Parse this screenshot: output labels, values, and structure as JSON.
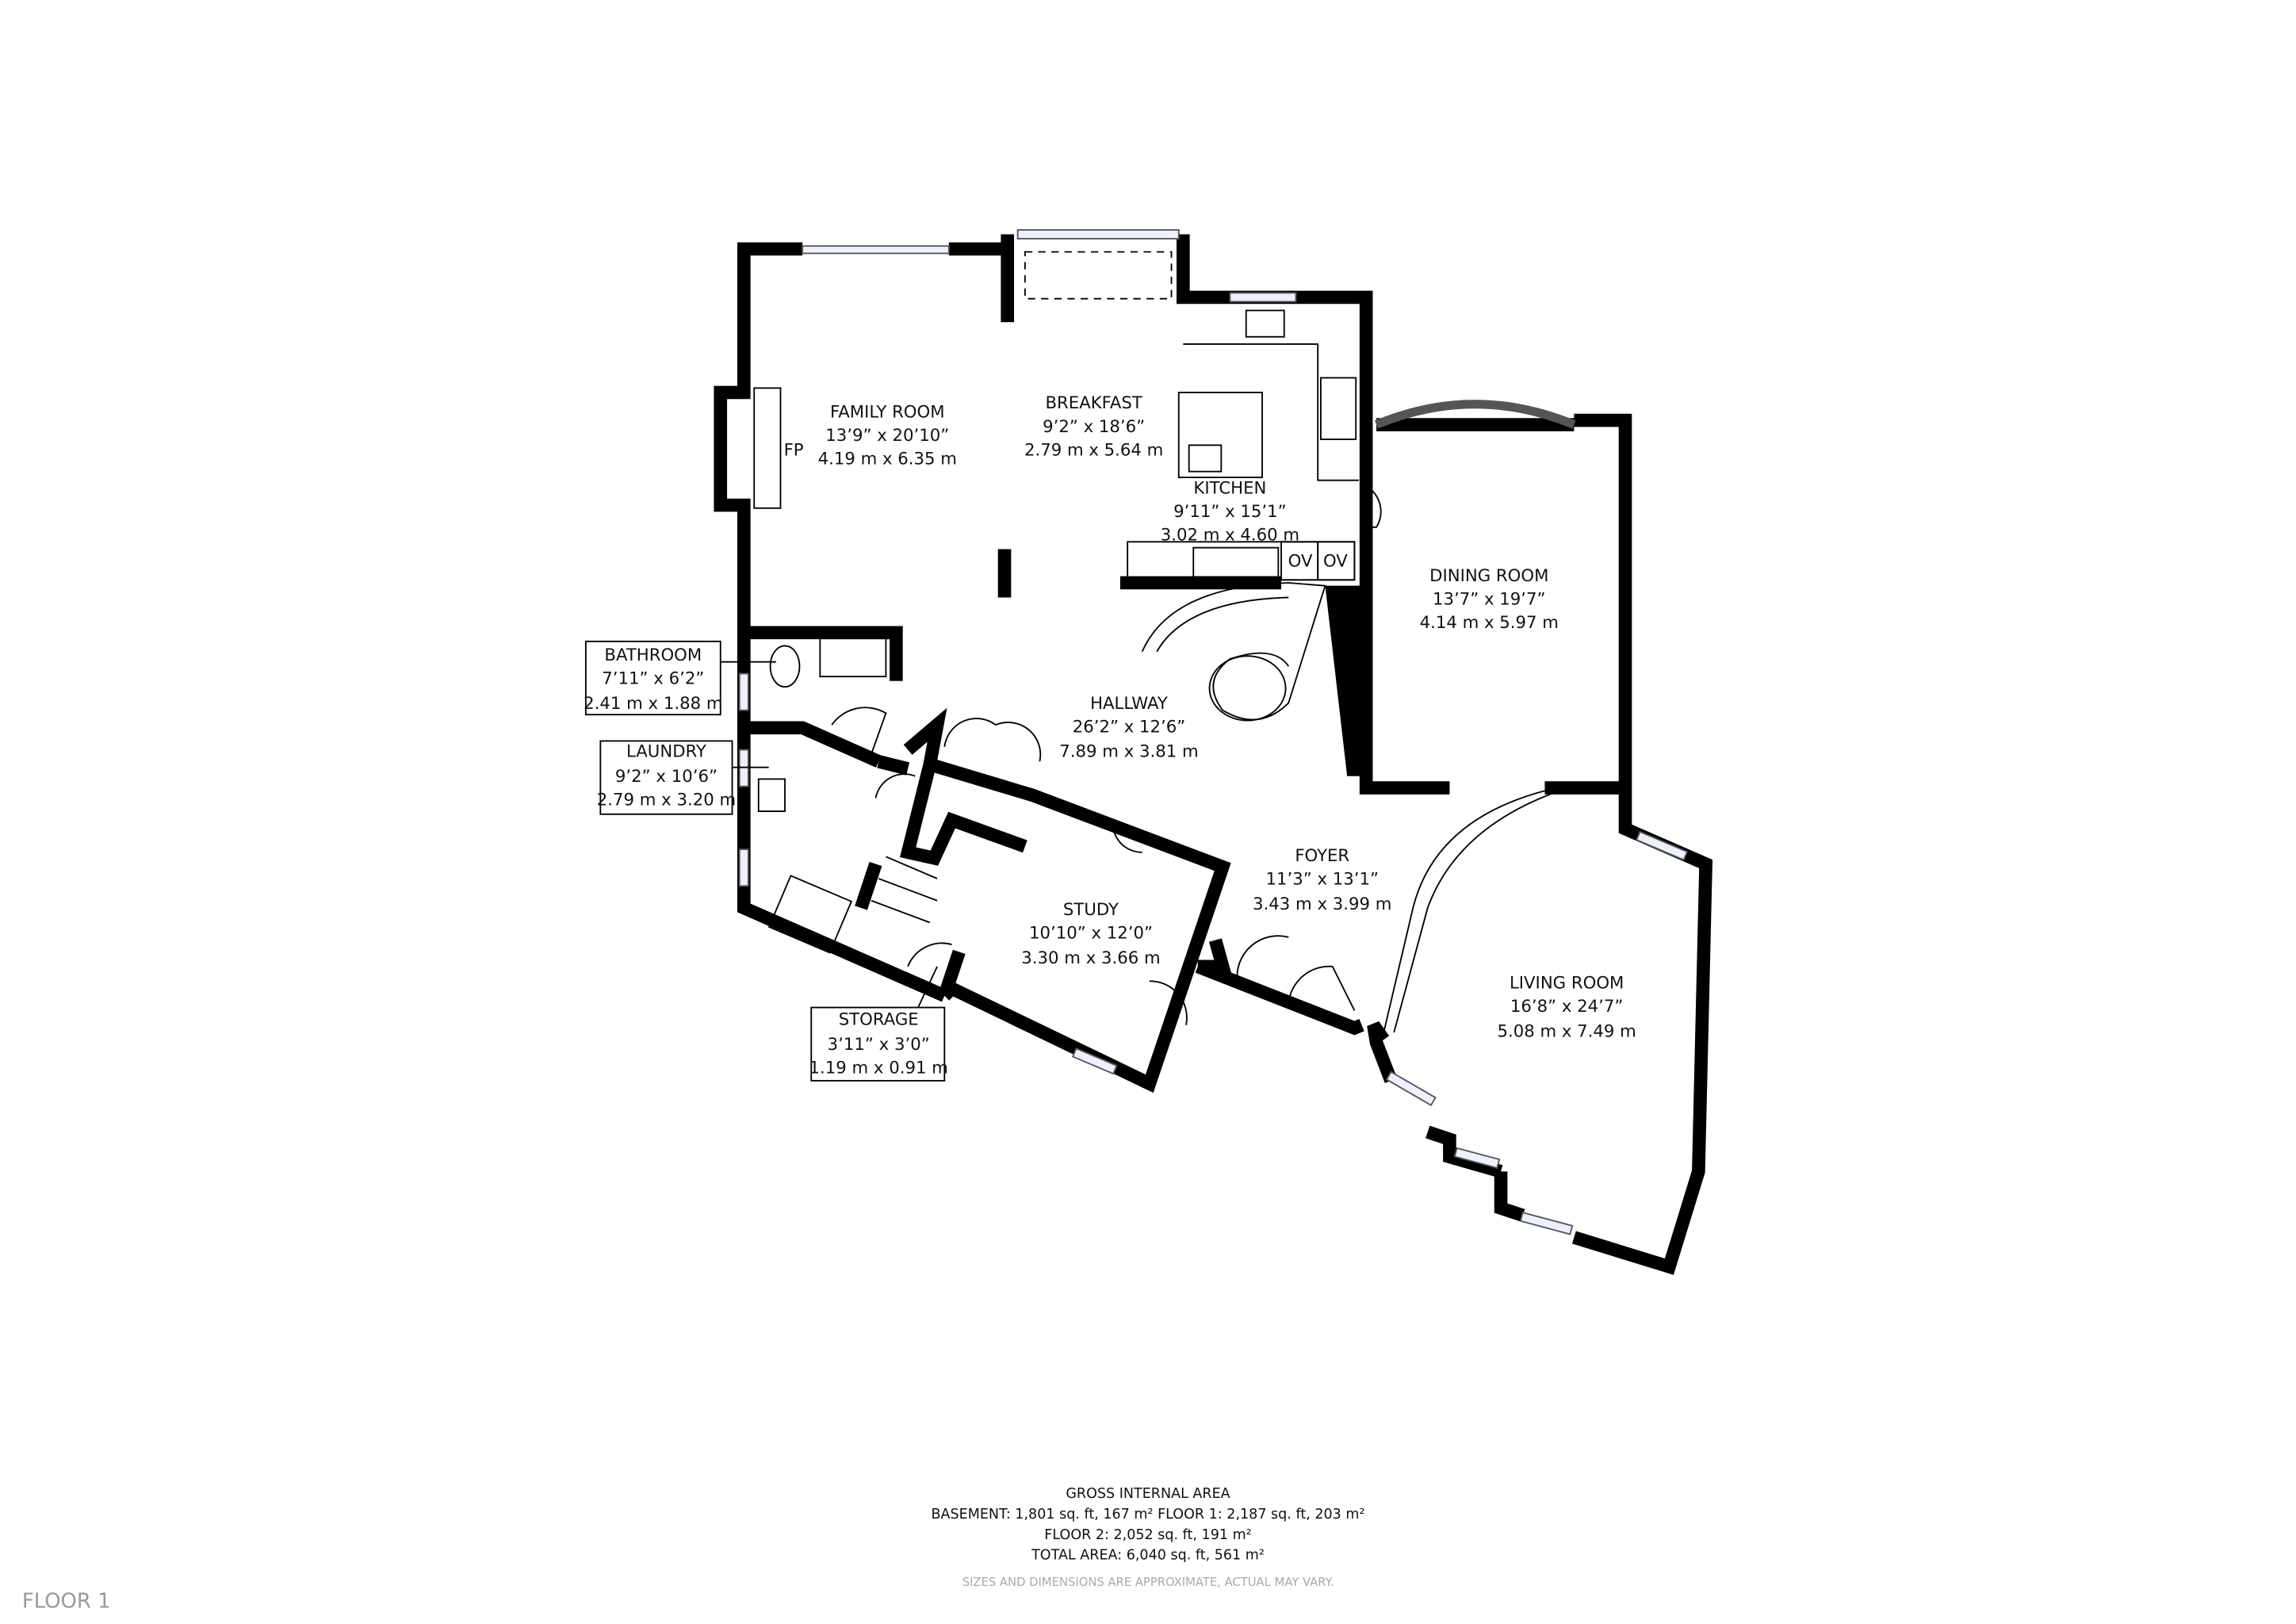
{
  "rooms": {
    "family_room": {
      "name": "FAMILY ROOM",
      "imperial": "13’9” x 20’10”",
      "metric": "4.19 m x 6.35 m"
    },
    "fireplace": {
      "name": "FP"
    },
    "breakfast": {
      "name": "BREAKFAST",
      "imperial": "9’2” x 18’6”",
      "metric": "2.79 m x 5.64 m"
    },
    "kitchen": {
      "name": "KITCHEN",
      "imperial": "9’11” x 15’1”",
      "metric": "3.02 m x 4.60 m",
      "oven1": "OV",
      "oven2": "OV"
    },
    "dining_room": {
      "name": "DINING ROOM",
      "imperial": "13’7” x 19’7”",
      "metric": "4.14 m x 5.97 m"
    },
    "hallway": {
      "name": "HALLWAY",
      "imperial": "26’2” x 12’6”",
      "metric": "7.89 m x 3.81 m"
    },
    "bathroom": {
      "name": "BATHROOM",
      "imperial": "7’11” x 6’2”",
      "metric": "2.41 m x 1.88 m"
    },
    "laundry": {
      "name": "LAUNDRY",
      "imperial": "9’2” x 10’6”",
      "metric": "2.79 m x 3.20 m"
    },
    "foyer": {
      "name": "FOYER",
      "imperial": "11’3” x 13’1”",
      "metric": "3.43 m x 3.99 m"
    },
    "study": {
      "name": "STUDY",
      "imperial": "10’10” x 12’0”",
      "metric": "3.30 m x 3.66 m"
    },
    "living_room": {
      "name": "LIVING ROOM",
      "imperial": "16’8” x 24’7”",
      "metric": "5.08 m x 7.49 m"
    },
    "storage": {
      "name": "STORAGE",
      "imperial": "3’11” x 3’0”",
      "metric": "1.19 m x 0.91 m"
    }
  },
  "area_summary": {
    "title": "GROSS INTERNAL AREA",
    "line1": "BASEMENT: 1,801 sq. ft, 167 m² FLOOR 1: 2,187 sq. ft, 203 m²",
    "line2": "FLOOR 2: 2,052 sq. ft, 191 m²",
    "line3": "TOTAL AREA: 6,040 sq. ft, 561 m²",
    "disclaimer": "SIZES AND DIMENSIONS ARE APPROXIMATE, ACTUAL MAY VARY."
  },
  "floor_label": "FLOOR 1"
}
